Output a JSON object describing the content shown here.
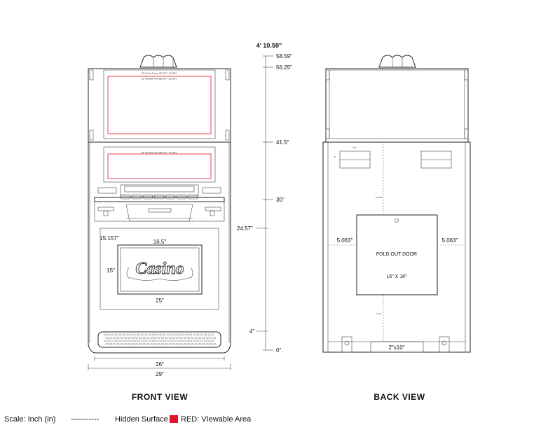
{
  "views": {
    "front": "FRONT VIEW",
    "back": "BACK VIEW"
  },
  "top_dimension": "4' 10.59\"",
  "height_scale": [
    {
      "label": "58.59\""
    },
    {
      "label": "56.25\""
    },
    {
      "label": "41.5\""
    },
    {
      "label": "30\""
    },
    {
      "label": "24.57\""
    },
    {
      "label": "4\""
    },
    {
      "label": "0\""
    }
  ],
  "front": {
    "top_screen_frame": "23\" Outline Frame (22.319\" x 13.365\")",
    "top_screen_viewable": "23\" Viewable Area (20.047\" x 11.276\")",
    "bottom_screen_viewable": "23\" Viewable Area (20.047\" x 11.276\")",
    "glass_width": "16.5\"",
    "glass_height": "15\"",
    "panel_height": "15.157\"",
    "inner_width": "25\"",
    "width_inner": "26\"",
    "width_outer": "29\"",
    "logo": "Casino"
  },
  "back": {
    "left_offset": "5.063\"",
    "right_offset": "5.063\"",
    "door_label": "FOLD OUT DOOR",
    "door_size": "16\" X 16\"",
    "vent_label": "2\"x10\"",
    "small_a": "7.5\"",
    "small_b": "3\"",
    "small_c": "14.375\"",
    "small_d": "7 1/4\""
  },
  "legend": {
    "scale": "Scale: Inch (in)",
    "hidden_dash": "-----------",
    "hidden": "Hidden Surface",
    "red_label": "RED: VIewable Area",
    "red_color": "#e0142a"
  }
}
